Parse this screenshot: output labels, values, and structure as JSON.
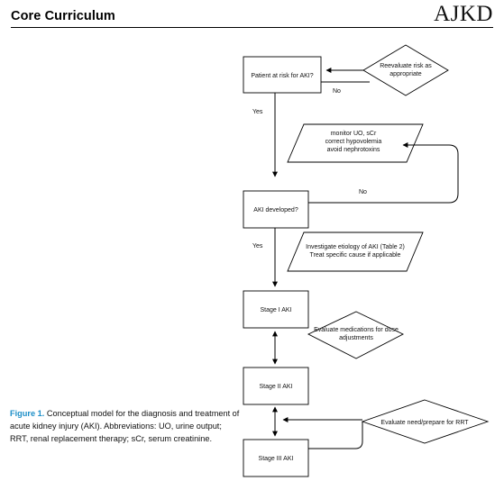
{
  "header": {
    "title": "Core Curriculum",
    "journal": "AJKD"
  },
  "caption": {
    "label": "Figure 1.",
    "text": " Conceptual model for the diagnosis and treatment of acute kidney injury (AKI). Abbreviations: UO, urine output; RRT, renal replacement therapy; sCr, serum creatinine."
  },
  "flowchart": {
    "nodes": {
      "at_risk": "Patient at risk for AKI?",
      "reevaluate": [
        "Reevaluate risk as",
        "appropriate"
      ],
      "monitor": [
        "monitor UO, sCr",
        "correct hypovolemia",
        "avoid nephrotoxins"
      ],
      "aki_developed": "AKI developed?",
      "investigate": [
        "Investigate etiology of AKI (Table 2)",
        "Treat specific cause if applicable"
      ],
      "stage1": "Stage I AKI",
      "evaluate_meds": [
        "Evaluate medications for dose",
        "adjustments"
      ],
      "stage2": "Stage II AKI",
      "evaluate_rrt": "Evaluate need/prepare for RRT",
      "stage3": "Stage III AKI"
    },
    "labels": {
      "no_reevaluate": "No",
      "yes_at_risk": "Yes",
      "no_aki": "No",
      "yes_aki": "Yes"
    }
  }
}
